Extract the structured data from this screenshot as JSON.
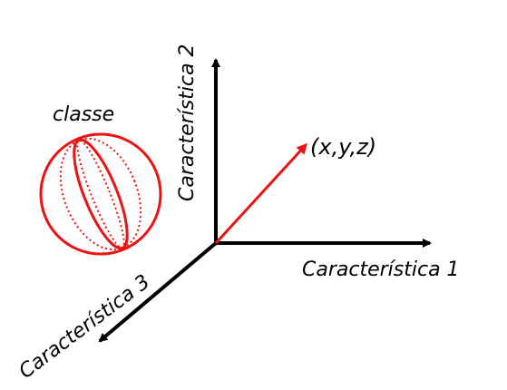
{
  "diagram": {
    "axis_x_label": "Característica 1",
    "axis_y_label": "Característica 2",
    "axis_z_label": "Característica 3",
    "point_label": "(x,y,z)",
    "class_label": "classe"
  },
  "colors": {
    "axis": "#000000",
    "vector": "#ee1111",
    "class_shape": "#ee1111"
  }
}
